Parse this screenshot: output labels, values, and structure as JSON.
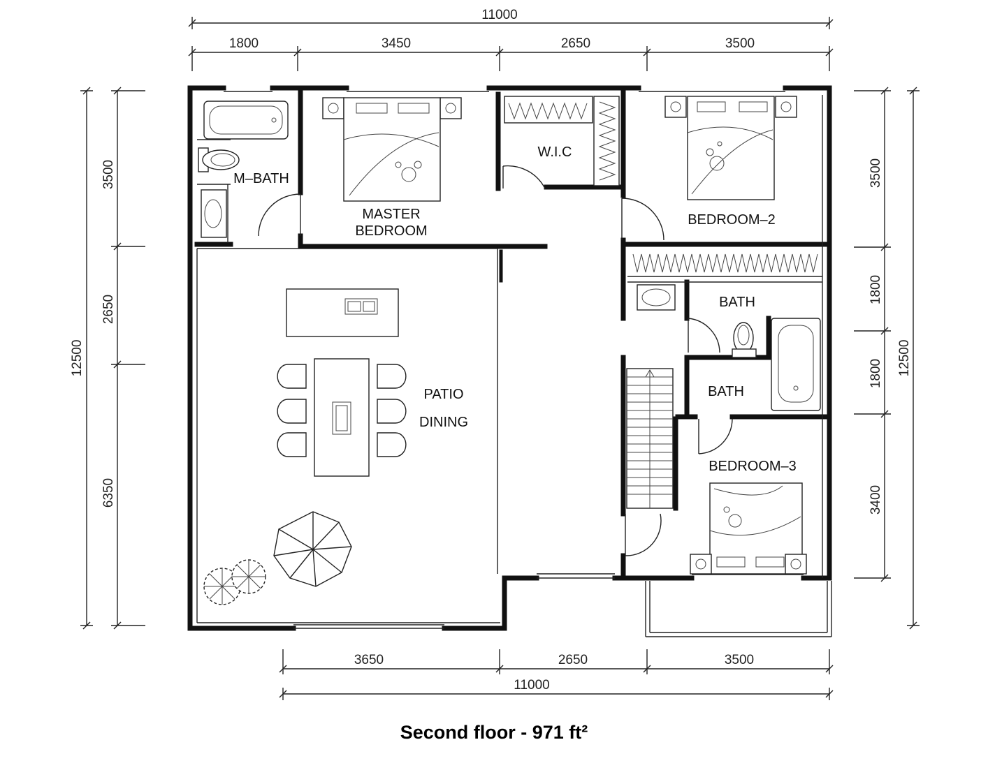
{
  "caption": "Second floor - 971 ft²",
  "dimensions": {
    "top_total": "11000",
    "top_segments": [
      "1800",
      "3450",
      "2650",
      "3500"
    ],
    "bottom_segments": [
      "3650",
      "2650",
      "3500"
    ],
    "bottom_total": "11000",
    "left_total": "12500",
    "left_segments": [
      "3500",
      "2650",
      "6350"
    ],
    "right_total": "12500",
    "right_segments": [
      "3500",
      "1800",
      "1800",
      "3400"
    ]
  },
  "rooms": {
    "m_bath": "M–BATH",
    "master_line1": "MASTER",
    "master_line2": "BEDROOM",
    "wic": "W.I.C",
    "bedroom2": "BEDROOM–2",
    "bath_upper": "BATH",
    "bath_lower": "BATH",
    "patio": "PATIO",
    "dining": "DINING",
    "bedroom3": "BEDROOM–3"
  },
  "icons": [
    "bathtub-icon",
    "toilet-icon",
    "sink-icon",
    "bed-icon",
    "wardrobe-icon",
    "staircase-icon",
    "dining-table-icon",
    "kitchen-island-icon",
    "umbrella-icon",
    "tree-icon",
    "door-swing-icon"
  ]
}
